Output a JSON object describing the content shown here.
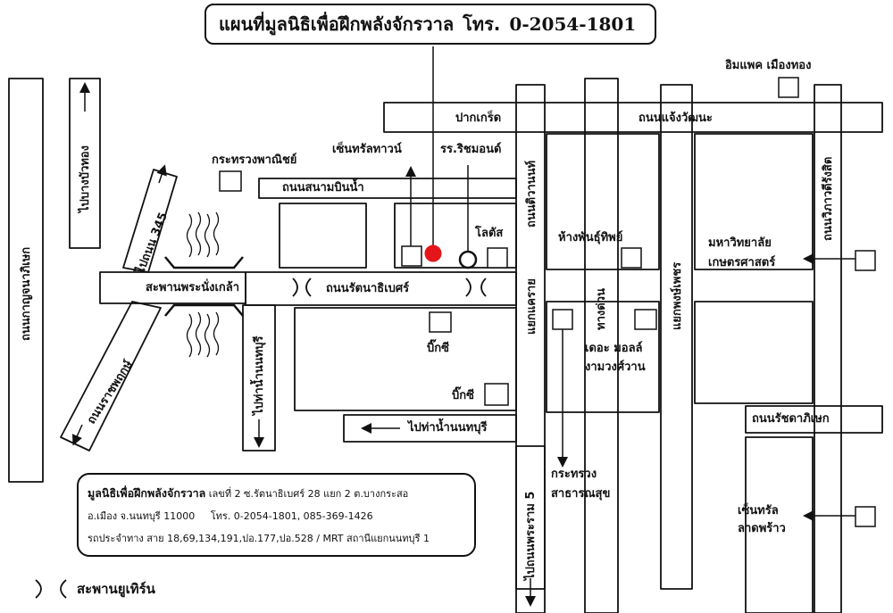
{
  "header": {
    "title": "แผนที่มูลนิธิเพื่อฝึกพลังจักรวาล",
    "phone_label": "โทร.",
    "phone": "0-2054-1801"
  },
  "roads": {
    "pakkret": "ปากเกร็ด",
    "chaengwattana": "ถนนแจ้งวัฒนะ",
    "sanam_bin_nam": "ถนนสนามบินน้ำ",
    "rattanathibet": "ถนนรัตนาธิเบศร์",
    "rat_chada_phisek": "ถนนรัชดาภิเษก",
    "kanchanaphisek": "ถนนกาญจนาภิเษก",
    "ratchaphruek": "ถนนราชพฤกษ์",
    "tiwanon": "ถนนติวานนท์",
    "ngamwongwan": "แยกแคราย",
    "phongphet": "แยกพงษ์เพชร",
    "vibhavadi": "ถนนวิภาวดีรังสิต",
    "phra_ram5": "ไปถนนพระราม 5",
    "rd345": "ไปถนน 345",
    "to_bang_bua_thong": "ไปบางบัวทอง",
    "to_tha_nam_left": "ไปท่าน้ำนนทบุรี",
    "to_tha_nam_bottom": "ไปท่าน้ำนนทบุรี",
    "thang_duan": "ทางด่วน",
    "bridge": "สะพานพระนั่งเกล้า"
  },
  "places": {
    "impact": "อิมแพค เมืองทอง",
    "commerce": "กระทรวงพาณิชย์",
    "central_town": "เซ็นทรัลทาวน์",
    "richmond": "รร.ริชมอนด์",
    "lotus": "โลตัส",
    "tesco_mall": "ห้างพันธุ์ทิพย์",
    "kasetsart_1": "มหาวิทยาลัย",
    "kasetsart_2": "เกษตรศาสตร์",
    "bigc_1": "บิ๊กซี",
    "bigc_2": "บิ๊กซี",
    "the_mall_1": "เดอะ มอลล์",
    "the_mall_2": "งามวงศ์วาน",
    "health_1": "กระทรวง",
    "health_2": "สาธารณสุข",
    "central_lat_1": "เซ็นทรัล",
    "central_lat_2": "ลาดพร้าว"
  },
  "info": {
    "name": "มูลนิธิเพื่อฝึกพลังจักรวาล",
    "address1": "เลขที่ 2 ซ.รัตนาธิเบศร์ 28 แยก 2 ต.บางกระสอ",
    "address2": "อ.เมือง จ.นนทบุรี 11000",
    "phone": "โทร.  0-2054-1801, 085-369-1426",
    "transport": "รถประจำทาง สาย 18,69,134,191,ปอ.177,ปอ.528 / MRT สถานีแยกนนทบุรี 1"
  },
  "legend": {
    "u_turn_bridge": "สะพานยูเทิร์น"
  },
  "colors": {
    "foundation_marker": "#e5161b",
    "ink": "#111111"
  }
}
